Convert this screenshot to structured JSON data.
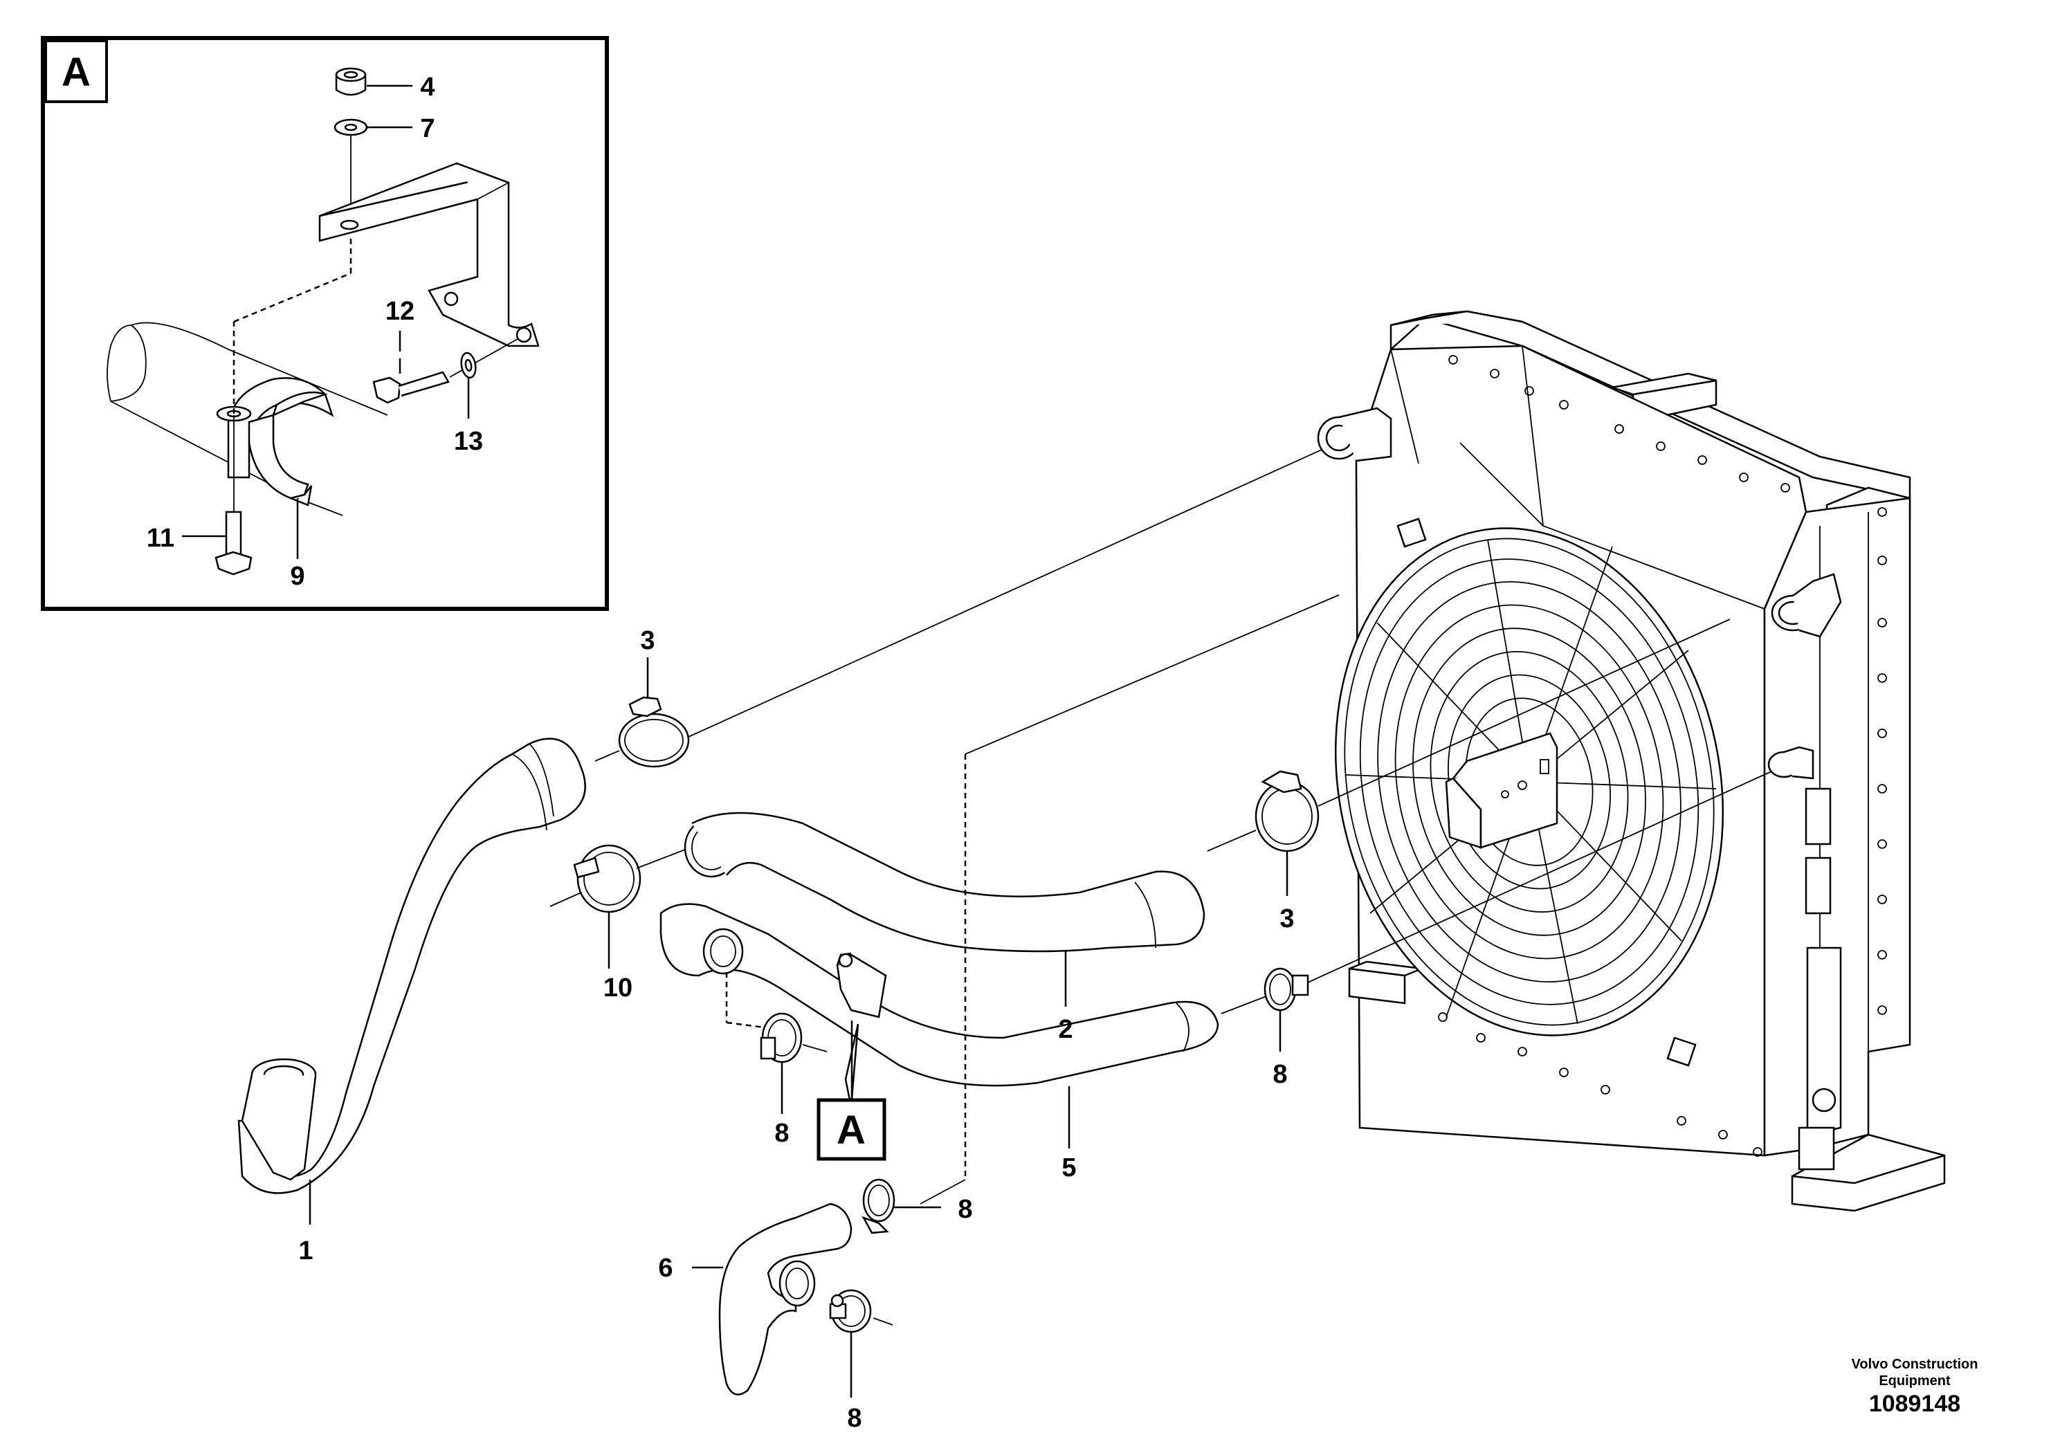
{
  "detail": {
    "label": "A"
  },
  "callouts": {
    "c1": "1",
    "c2": "2",
    "c3a": "3",
    "c3b": "3",
    "c4": "4",
    "c5": "5",
    "c6": "6",
    "c7": "7",
    "c8a": "8",
    "c8b": "8",
    "c8c": "8",
    "c8d": "8",
    "c9": "9",
    "c10": "10",
    "c11": "11",
    "c12": "12",
    "c13": "13"
  },
  "detail_marker": "A",
  "credit": {
    "company": "Volvo Construction Equipment",
    "diagram_number": "1089148"
  }
}
